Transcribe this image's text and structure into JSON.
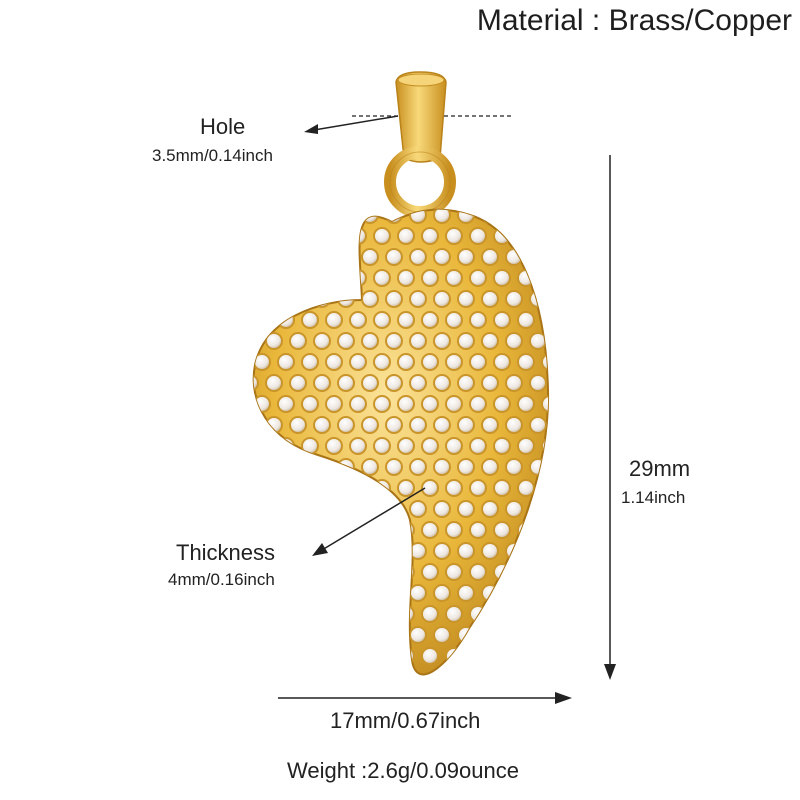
{
  "material": "Material : Brass/Copper",
  "hole": {
    "label": "Hole",
    "size": "3.5mm/0.14inch"
  },
  "thickness": {
    "label": "Thickness",
    "size": "4mm/0.16inch"
  },
  "length": {
    "mm": "29mm",
    "inch": "1.14inch"
  },
  "width": "17mm/0.67inch",
  "weight": "Weight :2.6g/0.09ounce",
  "colors": {
    "gold": "#e9b73a",
    "gold_light": "#f8d97a",
    "gold_dark": "#b9821a",
    "stone": "#f3eee9"
  }
}
